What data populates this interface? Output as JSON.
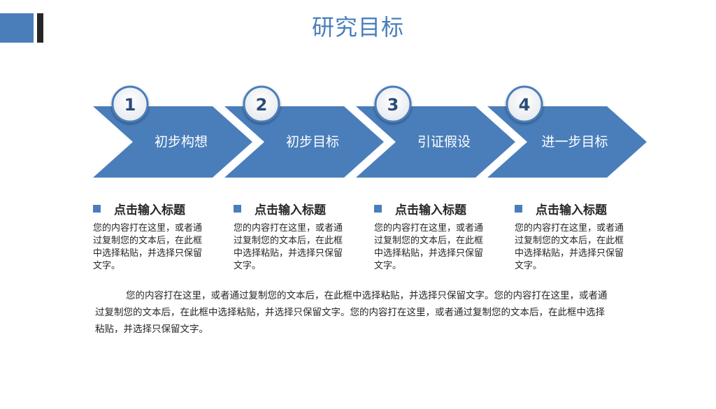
{
  "page": {
    "title": "研究目标"
  },
  "colors": {
    "accent": "#4a7ebb",
    "dark": "#262626"
  },
  "steps": [
    {
      "number": "1",
      "label": "初步构想"
    },
    {
      "number": "2",
      "label": "初步目标"
    },
    {
      "number": "3",
      "label": "引证假设"
    },
    {
      "number": "4",
      "label": "进一步目标"
    }
  ],
  "columns": [
    {
      "title": "点击输入标题",
      "body": "您的内容打在这里，或者通过复制您的文本后，在此框中选择粘贴，并选择只保留文字。"
    },
    {
      "title": "点击输入标题",
      "body": "您的内容打在这里，或者通过复制您的文本后，在此框中选择粘贴，并选择只保留文字。"
    },
    {
      "title": "点击输入标题",
      "body": "您的内容打在这里，或者通过复制您的文本后，在此框中选择粘贴，并选择只保留文字。"
    },
    {
      "title": "点击输入标题",
      "body": "您的内容打在这里，或者通过复制您的文本后，在此框中选择粘贴，并选择只保留文字。"
    }
  ],
  "paragraph": "您的内容打在这里，或者通过复制您的文本后，在此框中选择粘贴，并选择只保留文字。您的内容打在这里，或者通过复制您的文本后，在此框中选择粘贴，并选择只保留文字。您的内容打在这里，或者通过复制您的文本后，在此框中选择粘贴，并选择只保留文字。"
}
